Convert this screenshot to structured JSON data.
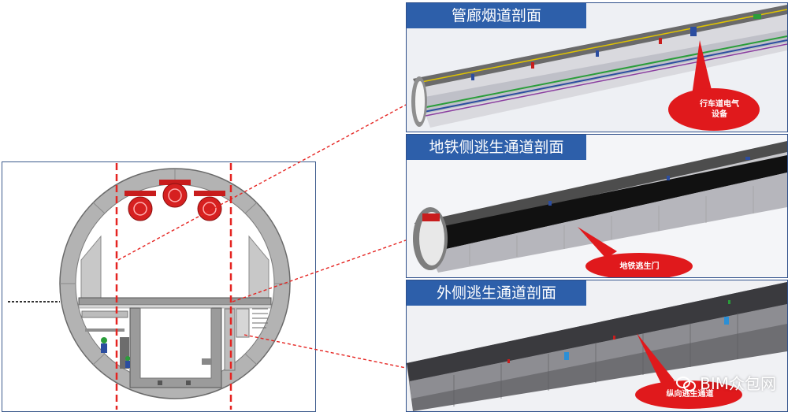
{
  "panels": [
    {
      "title": "管廊烟道剖面",
      "callout": "行车道电气\n设备"
    },
    {
      "title": "地铁侧逃生通道剖面",
      "callout": "地铁逃生门"
    },
    {
      "title": "外侧逃生通道剖面",
      "callout": "纵向逃生通道"
    }
  ],
  "watermark": "BIM众包网",
  "colors": {
    "title_bg": "#2d5faa",
    "callout_red": "#e0191c",
    "dashed_red": "#e52421",
    "fan_red": "#d62020",
    "lining": "#a9a9a9"
  }
}
